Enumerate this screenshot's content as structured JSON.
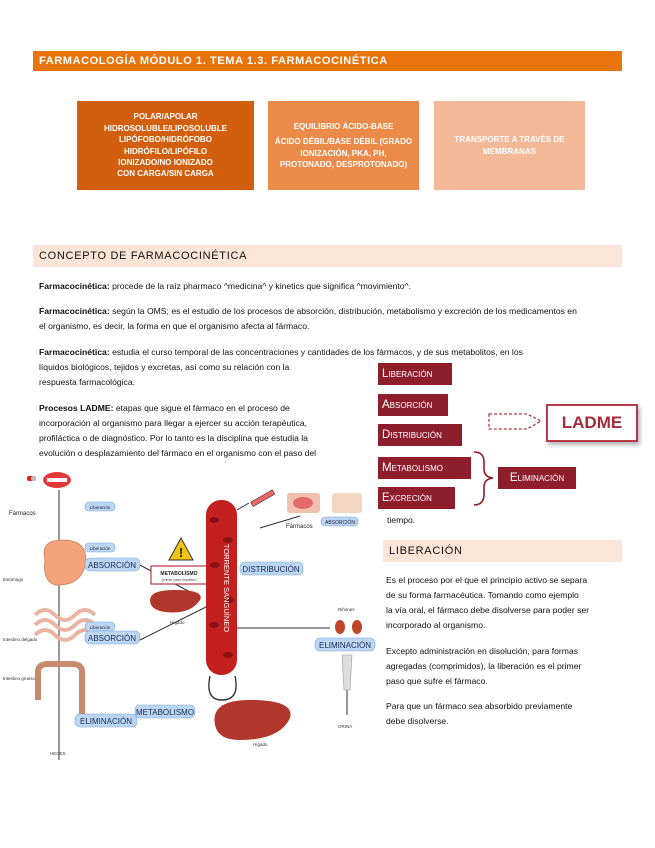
{
  "header": {
    "title": "FARMACOLOGÍA MÓDULO 1. TEMA 1.3. FARMACOCINÉTICA"
  },
  "boxes": [
    {
      "lines": [
        "POLAR/APOLAR",
        "HIDROSOLUBLE/LIPOSOLUBLE",
        "LIPÓFOBO/HIDRÓFOBO",
        "HIDRÓFILO/LIPÓFILO",
        "IONIZADO/NO IONIZADO",
        "CON CARGA/SIN CARGA"
      ]
    },
    {
      "lines": [
        "EQUILIBRIO ÁCIDO-BASE",
        "ÁCIDO DÉBIL/BASE DÉBIL (GRADO IONIZACIÓN, PKA, PH, PROTONADO, DESPROTONADO)"
      ]
    },
    {
      "lines": [
        "TRANSPORTE A TRAVÉS DE MEMBRANAS"
      ]
    }
  ],
  "concept": {
    "title": "CONCEPTO DE FARMACOCINÉTICA",
    "p1_term": "Farmacocinética:",
    "p1_text": " procede de la raíz pharmaco ^medicina^ y kinetics que significa ^movimiento^.",
    "p2_term": "Farmacocinética:",
    "p2_text": " según la OMS; es el estudio de los procesos de absorción, distribución, metabolismo y excreción de los medicamentos en el organismo, es decir, la forma en que el organismo afecta al fármaco.",
    "p3_term": "Farmacocinética:",
    "p3_line1": " estudia el curso temporal de las concentraciones y cantidades de los fármacos, y de sus metabolitos, en los",
    "p3_line2": "líquidos biológicos, tejidos y excretas, así como su relación con la",
    "p3_line3": "respuesta farmacológica.",
    "p4_term": "Procesos LADME:",
    "p4_line1": " etapas que sigue el fármaco en el proceso de",
    "p4_line2": "incorporación al organismo para llegar a ejercer su acción terapéutica,",
    "p4_line3": "profiláctica o de diagnóstico. Por lo tanto es la disciplina que estudia la",
    "p4_line4": "evolución o desplazamiento del fármaco en el organismo con el paso del",
    "p4_end": "tiempo."
  },
  "ladme": {
    "steps": [
      "Liberación",
      "Absorción",
      "Distribución",
      "Metabolismo",
      "Excreción"
    ],
    "title": "LADME",
    "elimination": "Eliminación"
  },
  "diagram": {
    "farmacos_left": "Fármacos",
    "liberacion_1": "Liberación",
    "liberacion_2": "Liberación",
    "liberacion_3": "Liberación",
    "absorcion_1": "ABSORCIÓN",
    "absorcion_2": "ABSORCIÓN",
    "estomago": "Estómago",
    "intestino_delgado": "Intestino delgado",
    "intestino_grueso": "Intestino grueso",
    "heces": "HECES",
    "eliminacion_left": "ELIMINACIÓN",
    "metab_box": "METABOLISMO",
    "metab_sub": "(primer paso hepático)",
    "higado_1": "Hígado",
    "torrente": "TORRENTE SANGUÍNEO",
    "distribucion": "DISTRIBUCIÓN",
    "metabolismo": "METABOLISMO",
    "higado_2": "Hígado",
    "farmacos_right": "Fármacos",
    "absorcion_right": "ABSORCIÓN",
    "rinones": "Riñones",
    "eliminacion_right": "ELIMINACIÓN",
    "orina": "ORINA"
  },
  "liberacion": {
    "title": "LIBERACIÓN",
    "p1": [
      "Es el proceso por el que el principio activo se separa",
      "de su forma farmacéutica. Tomando como ejemplo",
      "la vía oral, el fármaco debe disolverse para poder ser",
      "incorporado al organismo."
    ],
    "p2": [
      "Excepto administración en disolución, para formas",
      "agregadas (comprimidos), la liberación es el primer",
      "paso que sufre el fármaco."
    ],
    "p3": [
      "Para que un fármaco sea absorbido previamente",
      "debe disolverse."
    ]
  },
  "colors": {
    "orange_dark": "#d25f0d",
    "orange_mid": "#ec8a49",
    "orange_light": "#f3b898",
    "header": "#e9740c",
    "ladme_red": "#8f1e2d",
    "section_bg": "#fbe5d6"
  }
}
